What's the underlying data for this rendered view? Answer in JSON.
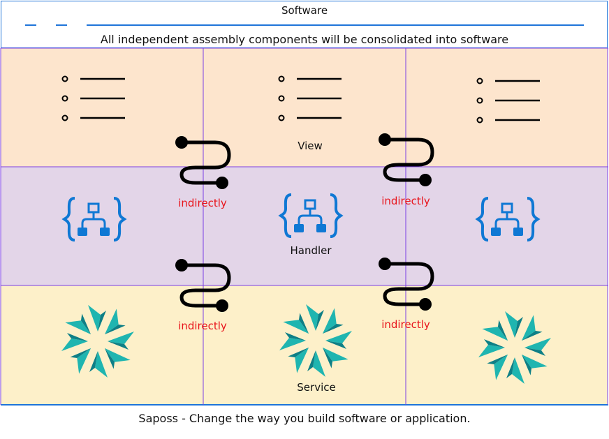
{
  "header": {
    "title": "Software",
    "subtitle": "All independent assembly components will be consolidated into software"
  },
  "layers": {
    "view": "View",
    "handler": "Handler",
    "service": "Service"
  },
  "connectors": {
    "label": "indirectly"
  },
  "footer": {
    "caption": "Saposs - Change the way you build software or application."
  },
  "icons": {
    "view": "list-icon",
    "handler": "logic-app-icon",
    "service": "pinwheel-icon",
    "connector": "s-curve-connector-icon"
  },
  "colors": {
    "view_band": "#FDE5CD",
    "handler_band": "#E3D5E8",
    "service_band": "#FDF0C9",
    "grid_lines": "#7B3FE4",
    "header_lines": "#1E74D9",
    "accent_red": "#E8141B",
    "handler_icon": "#0F78D4",
    "service_icon": "#1FB5B0"
  }
}
